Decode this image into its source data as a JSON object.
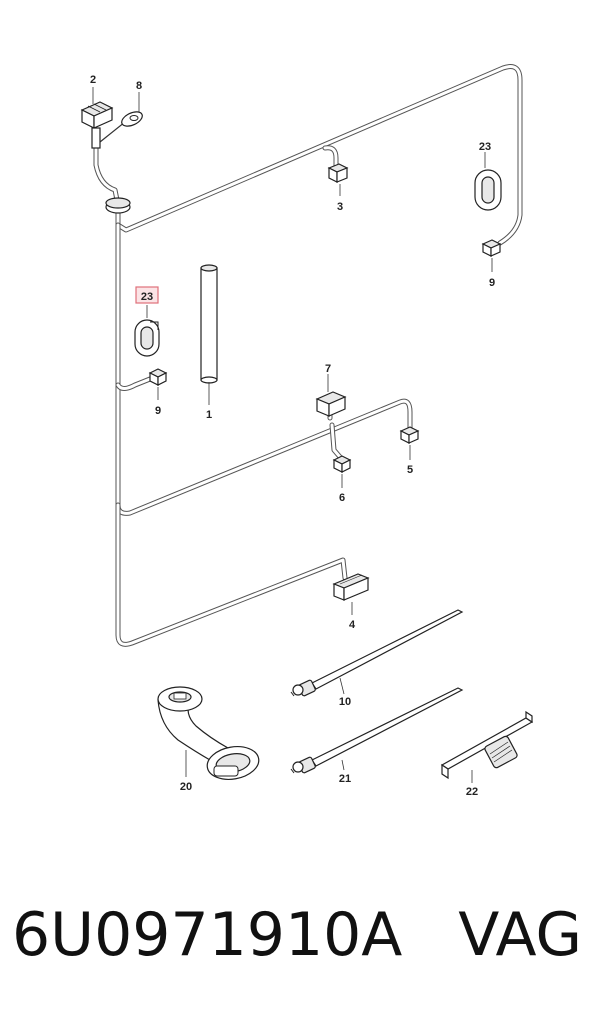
{
  "diagram": {
    "callouts": {
      "c1": "1",
      "c2": "2",
      "c3": "3",
      "c4": "4",
      "c5": "5",
      "c6": "6",
      "c7": "7",
      "c8": "8",
      "c9a": "9",
      "c9b": "9",
      "c10": "10",
      "c20": "20",
      "c21": "21",
      "c22": "22",
      "c23a": "23",
      "c23b": "23"
    },
    "highlight_color": "#e0707a"
  },
  "footer": {
    "part_number": "6U0971910A",
    "brand": "VAG"
  }
}
